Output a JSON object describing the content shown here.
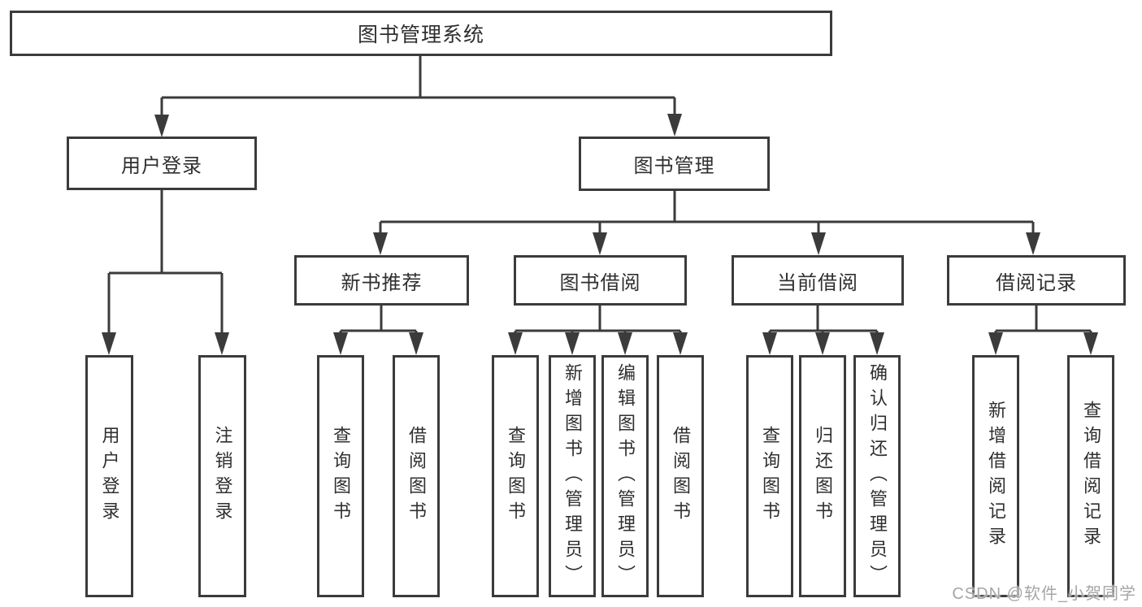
{
  "diagram_type": "hierarchy-tree",
  "tree": {
    "label": "图书管理系统",
    "children": [
      {
        "label": "用户登录",
        "children": [
          {
            "label": "用户登录"
          },
          {
            "label": "注销登录"
          }
        ]
      },
      {
        "label": "图书管理",
        "children": [
          {
            "label": "新书推荐",
            "children": [
              {
                "label": "查询图书"
              },
              {
                "label": "借阅图书"
              }
            ]
          },
          {
            "label": "图书借阅",
            "children": [
              {
                "label": "查询图书"
              },
              {
                "label": "新增图书（管理员）"
              },
              {
                "label": "编辑图书（管理员）"
              },
              {
                "label": "借阅图书"
              }
            ]
          },
          {
            "label": "当前借阅",
            "children": [
              {
                "label": "查询图书"
              },
              {
                "label": "归还图书"
              },
              {
                "label": "确认归还（管理员）"
              }
            ]
          },
          {
            "label": "借阅记录",
            "children": [
              {
                "label": "新增借阅记录"
              },
              {
                "label": "查询借阅记录"
              }
            ]
          }
        ]
      }
    ]
  },
  "watermark": {
    "text": "CSDN @软件_小贺同学"
  },
  "colors": {
    "line": "#3b3b3b",
    "text": "#2f2f2f",
    "background": "#ffffff",
    "watermark": "#a6a6a6"
  }
}
